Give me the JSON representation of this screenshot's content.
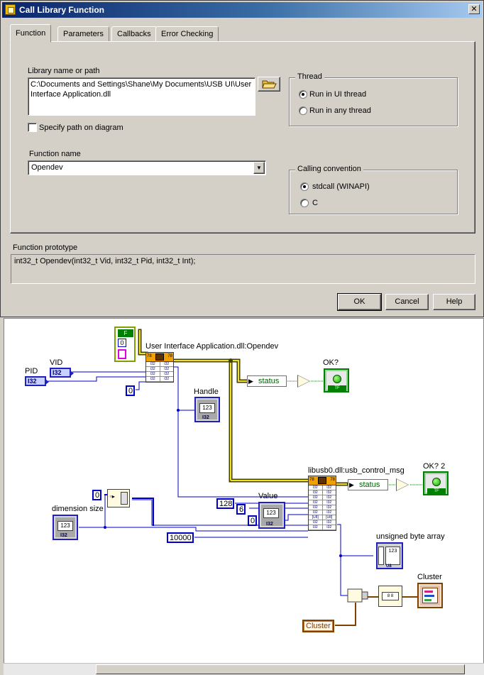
{
  "window": {
    "title": "Call Library Function",
    "close_glyph": "✕"
  },
  "tabs": [
    {
      "label": "Function",
      "active": true
    },
    {
      "label": "Parameters",
      "active": false
    },
    {
      "label": "Callbacks",
      "active": false
    },
    {
      "label": "Error Checking",
      "active": false
    }
  ],
  "function_tab": {
    "library_label": "Library name or path",
    "library_path": "C:\\Documents and Settings\\Shane\\My Documents\\USB UI\\User Interface Application.dll",
    "specify_path_label": "Specify path on diagram",
    "specify_path_checked": false,
    "function_name_label": "Function name",
    "function_name_value": "Opendev",
    "thread": {
      "legend": "Thread",
      "options": [
        "Run in UI thread",
        "Run in any thread"
      ],
      "selected": "Run in UI thread"
    },
    "calling_convention": {
      "legend": "Calling convention",
      "options": [
        "stdcall (WINAPI)",
        "C"
      ],
      "selected": "stdcall (WINAPI)"
    }
  },
  "prototype": {
    "label": "Function prototype",
    "text": "int32_t Opendev(int32_t Vid, int32_t Pid, int32_t Int);"
  },
  "buttons": {
    "ok": "OK",
    "cancel": "Cancel",
    "help": "Help"
  },
  "diagram": {
    "opendev_label": "User Interface Application.dll:Opendev",
    "usb_label": "libusb0.dll:usb_control_msg",
    "pid_label": "PID",
    "vid_label": "VID",
    "i32": "I32",
    "handle_label": "Handle",
    "status_label": "status",
    "status_label_2": "status",
    "ok_label": "OK?",
    "ok2_label": "OK? 2",
    "value_label": "Value",
    "dimension_label": "dimension size",
    "unsigned_label": "unsigned byte array",
    "cluster_label": "Cluster",
    "cluster_const": "Cluster",
    "const_zero_a": "0",
    "const_zero_b": "0",
    "const_zero_c": "0",
    "const_128": "128",
    "const_6": "6",
    "const_10000": "10000",
    "bool_f": "F",
    "num_display": "123",
    "tf": "TF",
    "u8": "U8"
  },
  "colors": {
    "titlebar": "#0a246a",
    "i32_wire": "#0000c8",
    "cluster_wire": "#804000",
    "refnum_wire": "#808000",
    "bool_wire": "#008000",
    "node_header": "#f0a000"
  }
}
